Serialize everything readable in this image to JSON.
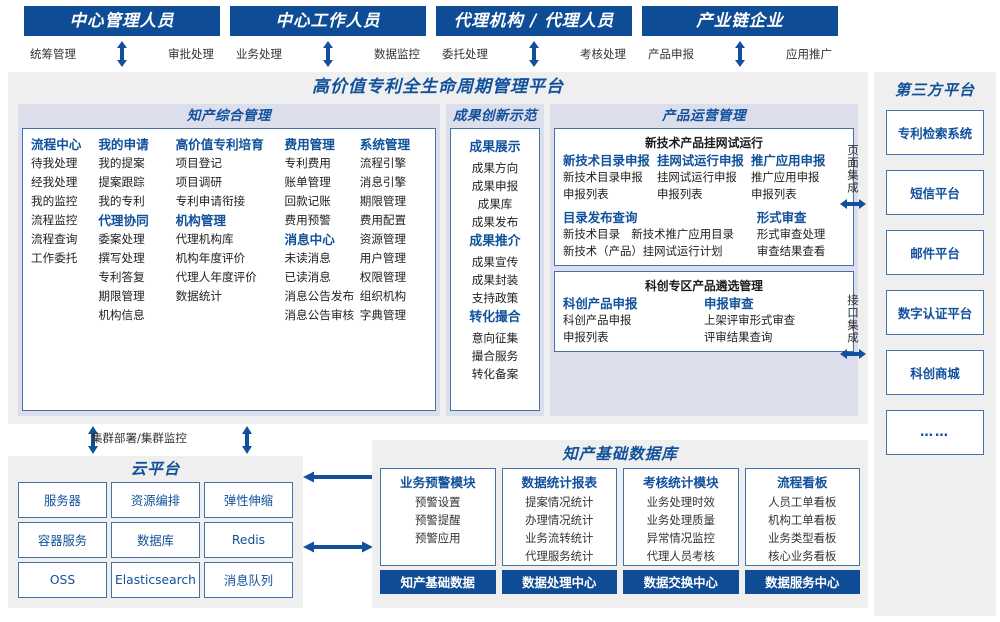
{
  "colors": {
    "brand": "#0E4C96",
    "accent": "#11519B",
    "border": "#4472A8",
    "panel": "#EFEFEF",
    "groupHead": "#DCDEEC"
  },
  "actors": [
    {
      "title": "中心管理人员",
      "left": "统筹管理",
      "right": "审批处理"
    },
    {
      "title": "中心工作人员",
      "left": "业务处理",
      "right": "数据监控"
    },
    {
      "title": "代理机构 / 代理人员",
      "left": "委托处理",
      "right": "考核处理"
    },
    {
      "title": "产业链企业",
      "left": "产品申报",
      "right": "应用推广"
    }
  ],
  "platform": {
    "title": "高价值专利全生命周期管理平台",
    "groups": [
      {
        "title": "知产综合管理",
        "columns": [
          {
            "blocks": [
              {
                "head": "流程中心",
                "items": [
                  "待我处理",
                  "经我处理",
                  "我的监控",
                  "流程监控",
                  "流程查询",
                  "工作委托"
                ]
              }
            ]
          },
          {
            "blocks": [
              {
                "head": "我的申请",
                "items": [
                  "我的提案",
                  "提案跟踪",
                  "我的专利"
                ]
              },
              {
                "head": "代理协同",
                "items": [
                  "委案处理",
                  "撰写处理",
                  "专利答复",
                  "期限管理",
                  "机构信息"
                ]
              }
            ]
          },
          {
            "blocks": [
              {
                "head": "高价值专利培育",
                "items": [
                  "项目登记",
                  "项目调研",
                  "专利申请衔接"
                ]
              },
              {
                "head": "机构管理",
                "items": [
                  "代理机构库",
                  "机构年度评价",
                  "代理人年度评价",
                  "数据统计"
                ]
              }
            ]
          },
          {
            "blocks": [
              {
                "head": "费用管理",
                "items": [
                  "专利费用",
                  "账单管理",
                  "回款记账",
                  "费用预警"
                ]
              },
              {
                "head": "消息中心",
                "items": [
                  "未读消息",
                  "已读消息",
                  "消息公告发布",
                  "消息公告审核"
                ]
              }
            ]
          },
          {
            "blocks": [
              {
                "head": "系统管理",
                "items": [
                  "流程引擎",
                  "消息引擎",
                  "期限管理",
                  "费用配置",
                  "资源管理",
                  "用户管理",
                  "权限管理",
                  "组织机构",
                  "字典管理"
                ]
              }
            ]
          }
        ]
      },
      {
        "title": "成果创新示范",
        "blocks": [
          {
            "head": "成果展示",
            "items": [
              "成果方向",
              "成果申报",
              "成果库",
              "成果发布"
            ]
          },
          {
            "head": "成果推介",
            "items": [
              "成果宣传",
              "成果封装",
              "支持政策"
            ]
          },
          {
            "head": "转化撮合",
            "items": [
              "意向征集",
              "撮合服务",
              "转化备案"
            ]
          }
        ]
      },
      {
        "title": "产品运营管理",
        "subboxes": [
          {
            "title": "新技术产品挂网试运行",
            "row1": [
              {
                "head": "新技术目录申报",
                "items": [
                  "新技术目录申报",
                  "申报列表"
                ]
              },
              {
                "head": "挂网试运行申报",
                "items": [
                  "挂网试运行申报",
                  "申报列表"
                ]
              },
              {
                "head": "推广应用申报",
                "items": [
                  "推广应用申报",
                  "申报列表"
                ]
              }
            ],
            "row2": [
              {
                "head": "目录发布查询",
                "items": [
                  "新技术目录　新技术推广应用目录",
                  "新技术（产品）挂网试运行计划"
                ]
              },
              {
                "head": "形式审查",
                "items": [
                  "形式审查处理",
                  "审查结果查看"
                ]
              }
            ]
          },
          {
            "title": "科创专区产品遴选管理",
            "row1": [
              {
                "head": "科创产品申报",
                "items": [
                  "科创产品申报",
                  "申报列表"
                ]
              },
              {
                "head": "申报审查",
                "items": [
                  "上架评审形式审查",
                  "评审结果查询"
                ]
              }
            ]
          }
        ]
      }
    ]
  },
  "integration": [
    {
      "label": "页面集成"
    },
    {
      "label": "接口集成"
    }
  ],
  "third_party": {
    "title": "第三方平台",
    "items": [
      "专利检索系统",
      "短信平台",
      "邮件平台",
      "数字认证平台",
      "科创商城",
      "……"
    ]
  },
  "cluster": {
    "label": "集群部署/集群监控"
  },
  "cloud": {
    "title": "云平台",
    "cells": [
      "服务器",
      "资源编排",
      "弹性伸缩",
      "容器服务",
      "数据库",
      "Redis",
      "OSS",
      "Elasticsearch",
      "消息队列"
    ]
  },
  "database": {
    "title": "知产基础数据库",
    "columns": [
      {
        "head": "业务预警模块",
        "items": [
          "预警设置",
          "预警提醒",
          "预警应用"
        ],
        "foot": "知产基础数据"
      },
      {
        "head": "数据统计报表",
        "items": [
          "提案情况统计",
          "办理情况统计",
          "业务流转统计",
          "代理服务统计"
        ],
        "foot": "数据处理中心"
      },
      {
        "head": "考核统计模块",
        "items": [
          "业务处理时效",
          "业务处理质量",
          "异常情况监控",
          "代理人员考核"
        ],
        "foot": "数据交换中心"
      },
      {
        "head": "流程看板",
        "items": [
          "人员工单看板",
          "机构工单看板",
          "业务类型看板",
          "核心业务看板"
        ],
        "foot": "数据服务中心"
      }
    ]
  }
}
